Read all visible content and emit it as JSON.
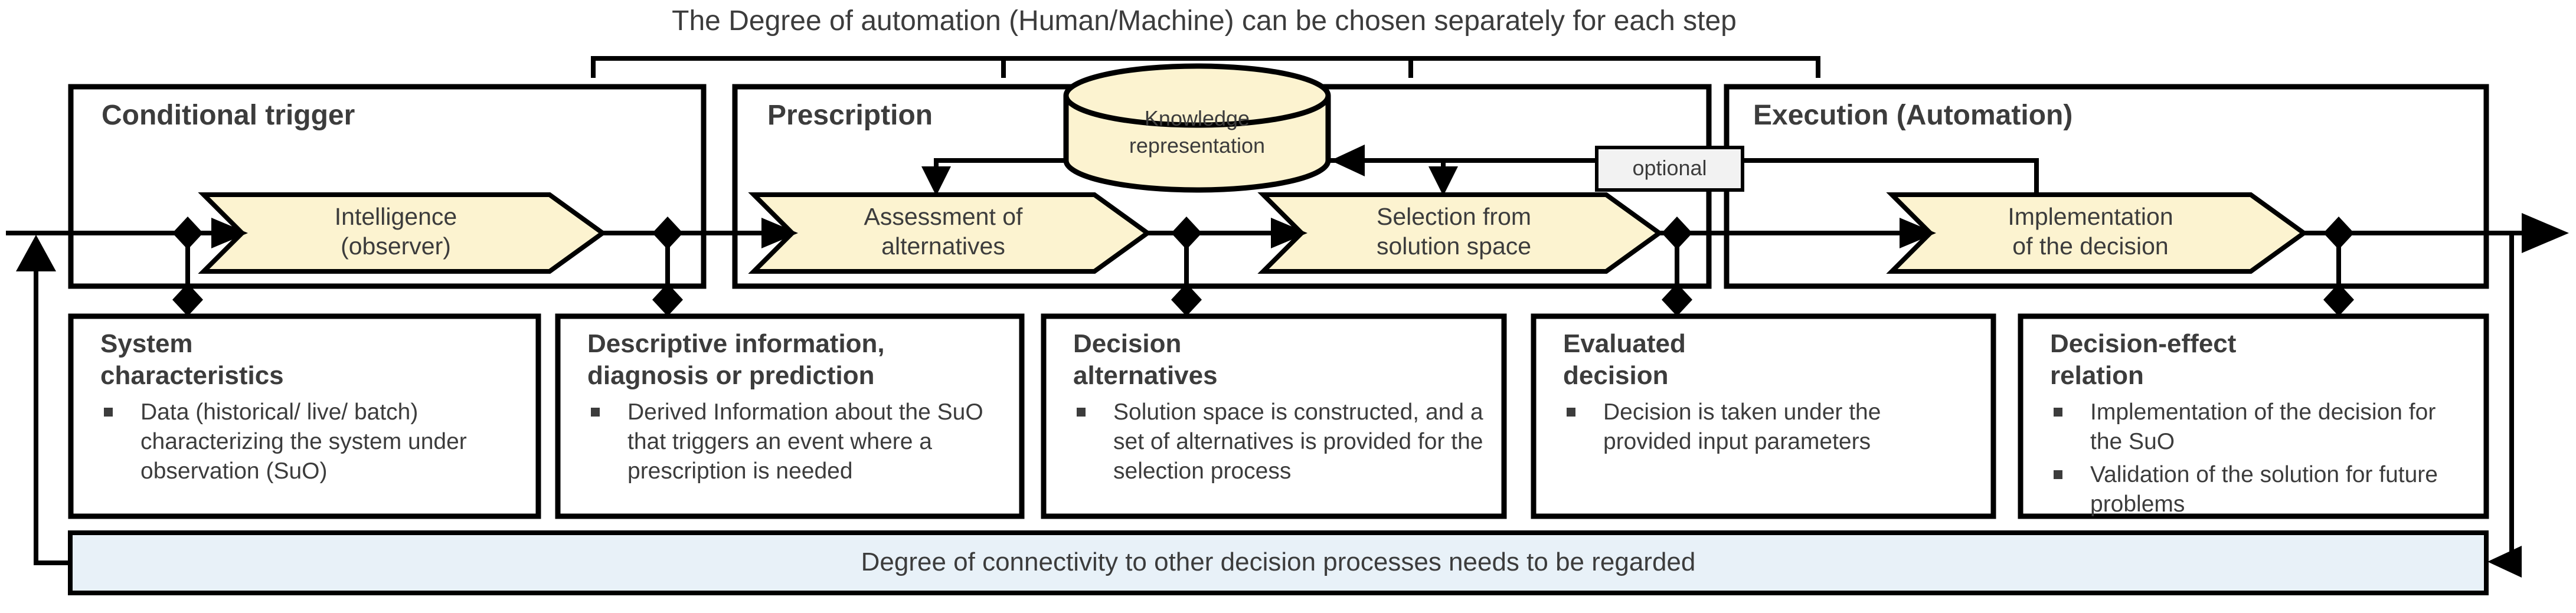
{
  "title": "The Degree of automation (Human/Machine) can be chosen separately for each step",
  "colors": {
    "process_fill": "#FCF3D0",
    "optional_fill": "#F2F2F2",
    "connectivity_fill": "#E8F1F8",
    "box_fill": "#FFFFFF",
    "line": "#000000",
    "text": "#3C3C3C"
  },
  "phases": [
    {
      "label": "Conditional trigger"
    },
    {
      "label": "Prescription"
    },
    {
      "label": "Execution (Automation)"
    }
  ],
  "steps": [
    {
      "label": "Intelligence\n(observer)"
    },
    {
      "label": "Assessment of\nalternatives"
    },
    {
      "label": "Selection from\nsolution space"
    },
    {
      "label": "Implementation\nof the decision"
    }
  ],
  "knowledge": {
    "label": "Knowledge\nrepresentation"
  },
  "optional": {
    "label": "optional"
  },
  "artifacts": [
    {
      "title": "System\ncharacteristics",
      "bullets": [
        "Data (historical/ live/ batch) characterizing the system under observation (SuO)"
      ]
    },
    {
      "title": "Descriptive information,\ndiagnosis or prediction",
      "bullets": [
        "Derived Information about the SuO that triggers an event where a prescription is needed"
      ]
    },
    {
      "title": "Decision\nalternatives",
      "bullets": [
        "Solution space is constructed, and a set of alternatives is provided for the selection process"
      ]
    },
    {
      "title": "Evaluated\ndecision",
      "bullets": [
        "Decision is taken under the provided input parameters"
      ]
    },
    {
      "title": "Decision-effect\nrelation",
      "bullets": [
        "Implementation of the decision for the SuO",
        "Validation of the solution for future problems"
      ]
    }
  ],
  "connectivity_note": "Degree of connectivity to other decision processes needs to be regarded"
}
